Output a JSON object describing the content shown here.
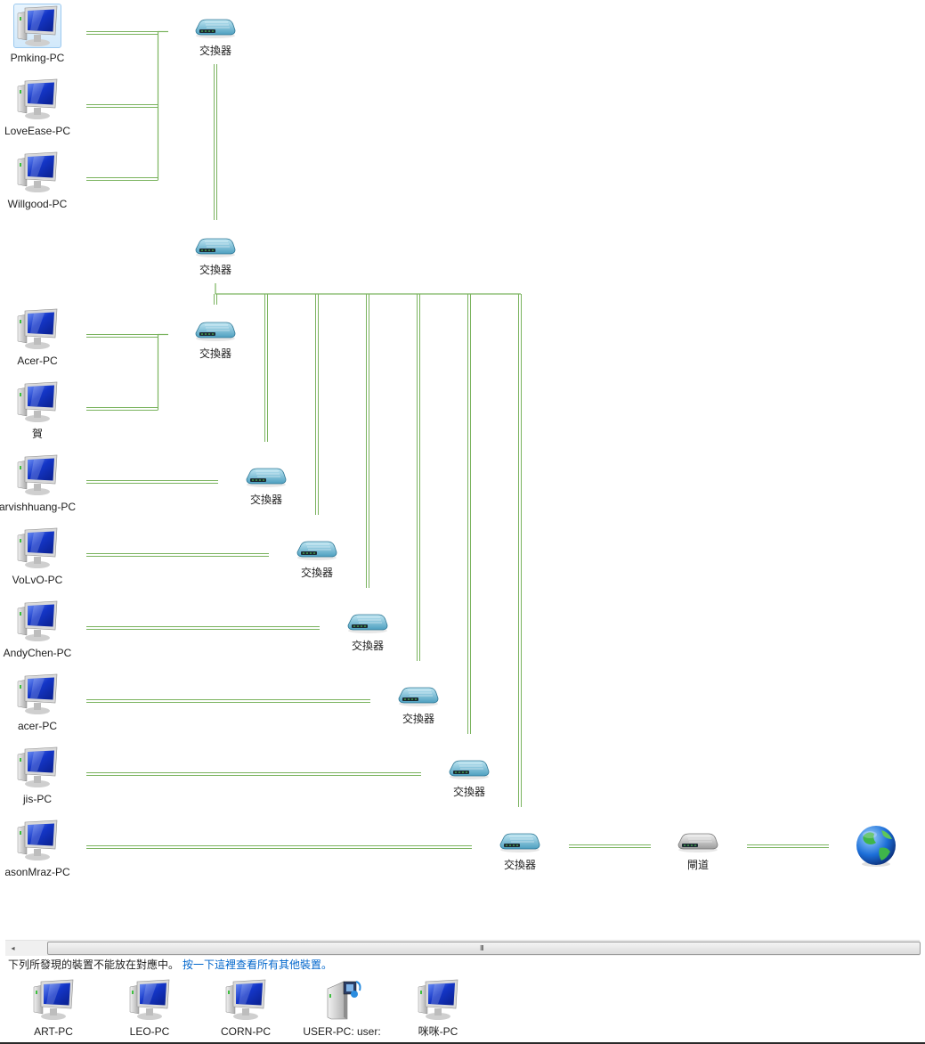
{
  "colors": {
    "link_line": "#7ab35e",
    "link_text": "#0066cc",
    "selection": "#d2e9fb"
  },
  "map": {
    "computers": [
      {
        "name": "Pmking-PC",
        "selected": true,
        "switch": 0
      },
      {
        "name": "LoveEase-PC",
        "switch": 0
      },
      {
        "name": "Willgood-PC",
        "switch": 0
      },
      {
        "name": "Acer-PC",
        "switch": 2
      },
      {
        "name": "賀",
        "switch": 2
      },
      {
        "name": "arvishhuang-PC",
        "switch": 3
      },
      {
        "name": "VoLvO-PC",
        "switch": 4
      },
      {
        "name": "AndyChen-PC",
        "switch": 5
      },
      {
        "name": "acer-PC",
        "switch": 6
      },
      {
        "name": "jis-PC",
        "switch": 7
      },
      {
        "name": "asonMraz-PC",
        "switch": 8
      }
    ],
    "switches": [
      {
        "label": "交換器",
        "icon": "switch-icon"
      },
      {
        "label": "交換器",
        "icon": "switch-icon"
      },
      {
        "label": "交換器",
        "icon": "switch-icon"
      },
      {
        "label": "交換器",
        "icon": "switch-icon"
      },
      {
        "label": "交換器",
        "icon": "switch-icon"
      },
      {
        "label": "交換器",
        "icon": "switch-icon"
      },
      {
        "label": "交換器",
        "icon": "switch-icon"
      },
      {
        "label": "交換器",
        "icon": "switch-icon"
      },
      {
        "label": "交換器",
        "icon": "switch-icon"
      }
    ],
    "gateway": {
      "label": "閘道",
      "icon": "gateway-icon"
    },
    "internet": {
      "icon": "globe-icon"
    }
  },
  "scrollbar": {
    "left_arrow": "◂",
    "grip": "III"
  },
  "notice": {
    "text": "下列所發現的裝置不能放在對應中。",
    "link": "按一下這裡查看所有其他裝置。"
  },
  "other_devices": [
    {
      "name": "ART-PC",
      "icon": "computer-icon"
    },
    {
      "name": "LEO-PC",
      "icon": "computer-icon"
    },
    {
      "name": "CORN-PC",
      "icon": "computer-icon"
    },
    {
      "name": "USER-PC: user:",
      "icon": "media-device-icon"
    },
    {
      "name": "咪咪-PC",
      "icon": "computer-icon"
    }
  ]
}
